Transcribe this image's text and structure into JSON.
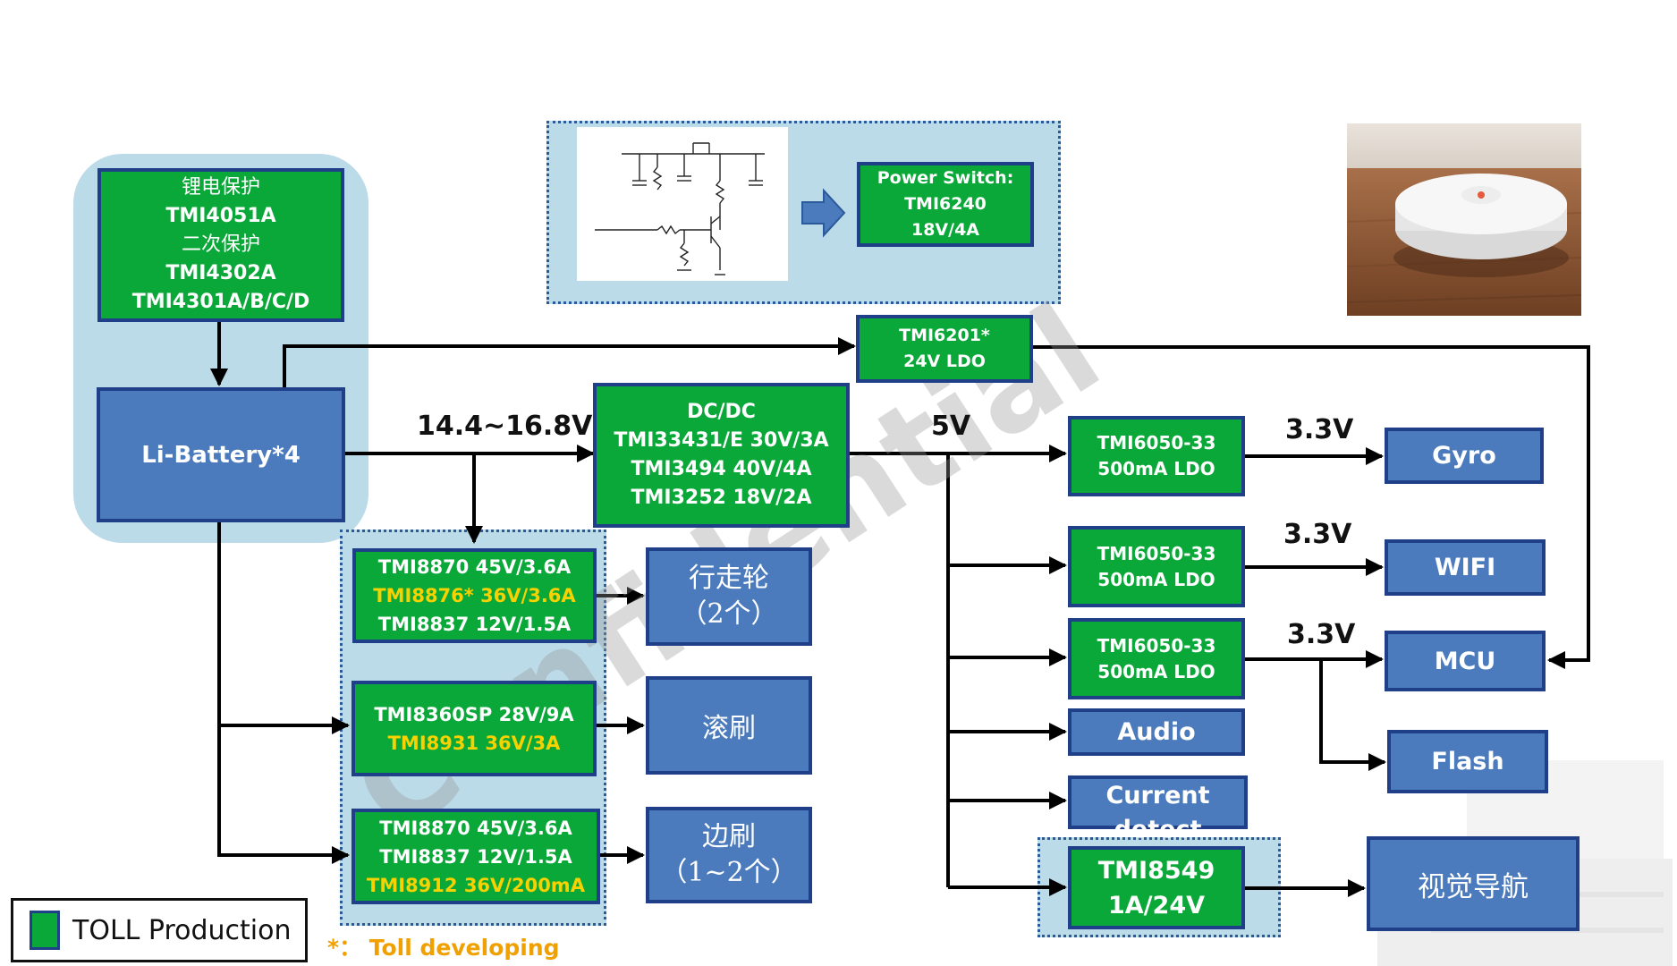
{
  "watermark": "Confidential",
  "boxes": {
    "protection": {
      "lines": [
        "锂电保护",
        "TMI4051A",
        "二次保护",
        "TMI4302A",
        "TMI4301A/B/C/D"
      ]
    },
    "battery": {
      "lines": [
        "Li-Battery*4"
      ]
    },
    "dcdc": {
      "lines": [
        "DC/DC",
        "TMI33431/E 30V/3A",
        "TMI3494 40V/4A",
        "TMI3252 18V/2A"
      ]
    },
    "ldo24": {
      "lines": [
        "TMI6201*",
        "24V LDO"
      ]
    },
    "power_switch": {
      "lines": [
        "Power Switch:",
        "TMI6240",
        "18V/4A"
      ]
    },
    "wheel_driver": {
      "lines": [
        "TMI8870 45V/3.6A",
        "TMI8876* 36V/3.6A",
        "TMI8837 12V/1.5A"
      ]
    },
    "roller_driver": {
      "lines": [
        "TMI8360SP 28V/9A",
        "TMI8931 36V/3A"
      ]
    },
    "side_driver": {
      "lines": [
        "TMI8870 45V/3.6A",
        "TMI8837 12V/1.5A",
        "TMI8912 36V/200mA"
      ]
    },
    "wheel": {
      "lines": [
        "行走轮",
        "（2个）"
      ]
    },
    "roller": {
      "lines": [
        "滚刷"
      ]
    },
    "side": {
      "lines": [
        "边刷",
        "（1~2个）"
      ]
    },
    "ldo1": {
      "lines": [
        "TMI6050-33",
        "500mA LDO"
      ]
    },
    "ldo2": {
      "lines": [
        "TMI6050-33",
        "500mA LDO"
      ]
    },
    "ldo3": {
      "lines": [
        "TMI6050-33",
        "500mA LDO"
      ]
    },
    "audio": {
      "lines": [
        "Audio"
      ]
    },
    "current": {
      "lines": [
        "Current",
        "detect"
      ]
    },
    "tmi8549": {
      "lines": [
        "TMI8549",
        "1A/24V"
      ]
    },
    "gyro": {
      "lines": [
        "Gyro"
      ]
    },
    "wifi": {
      "lines": [
        "WIFI"
      ]
    },
    "mcu": {
      "lines": [
        "MCU"
      ]
    },
    "flash": {
      "lines": [
        "Flash"
      ]
    },
    "vision": {
      "lines": [
        "视觉导航"
      ]
    }
  },
  "voltages": {
    "battery": "14.4~16.8V",
    "rail_5v": "5V",
    "gyro": "3.3V",
    "wifi": "3.3V",
    "mcu": "3.3V"
  },
  "legend": {
    "label": "TOLL Production",
    "note": "*： Toll developing"
  },
  "colors": {
    "production_green": "#0aa838",
    "block_blue": "#4b7bbd",
    "border_navy": "#1f3f88",
    "developing_yellow": "#f7d100",
    "zone_light_blue": "#bcdbe8"
  }
}
